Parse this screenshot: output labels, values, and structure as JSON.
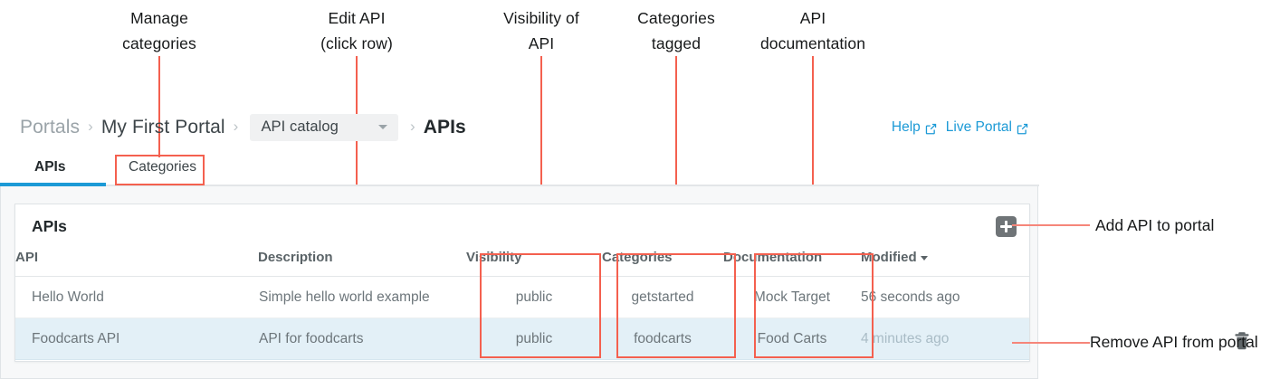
{
  "annotations": {
    "callouts": [
      {
        "id": "manage-categories",
        "text": "Manage\ncategories"
      },
      {
        "id": "edit-api",
        "text": "Edit API\n(click row)"
      },
      {
        "id": "visibility-of-api",
        "text": "Visibility of\nAPI"
      },
      {
        "id": "categories-tagged",
        "text": "Categories\ntagged"
      },
      {
        "id": "api-documentation",
        "text": "API\ndocumentation"
      }
    ],
    "side_labels": [
      {
        "id": "add-api",
        "text": "Add API to portal"
      },
      {
        "id": "remove-api",
        "text": "Remove API from portal"
      }
    ],
    "accent_color": "#f4604f",
    "leader_color": "#f6867a"
  },
  "breadcrumb": {
    "portals": "Portals",
    "separator": "›",
    "portal_name": "My First Portal",
    "catalog_select": "API catalog",
    "current": "APIs"
  },
  "top_links": {
    "help": "Help",
    "live_portal": "Live Portal",
    "color": "#1c9ad6"
  },
  "tabs": [
    {
      "label": "APIs",
      "active": true
    },
    {
      "label": "Categories",
      "active": false
    }
  ],
  "card": {
    "title": "APIs",
    "add_button_label": "+",
    "columns": [
      "API",
      "Description",
      "Visibility",
      "Categories",
      "Documentation",
      "Modified"
    ],
    "sorted_column": "Modified",
    "sort_direction": "desc",
    "rows": [
      {
        "api": "Hello World",
        "description": "Simple hello world example",
        "visibility": "public",
        "categories": "getstarted",
        "documentation": "Mock Target",
        "modified": "56 seconds ago",
        "selected": false
      },
      {
        "api": "Foodcarts API",
        "description": "API for foodcarts",
        "visibility": "public",
        "categories": "foodcarts",
        "documentation": "Food Carts",
        "modified": "4 minutes ago",
        "selected": true
      }
    ],
    "selected_row_color": "#e3f0f7"
  }
}
